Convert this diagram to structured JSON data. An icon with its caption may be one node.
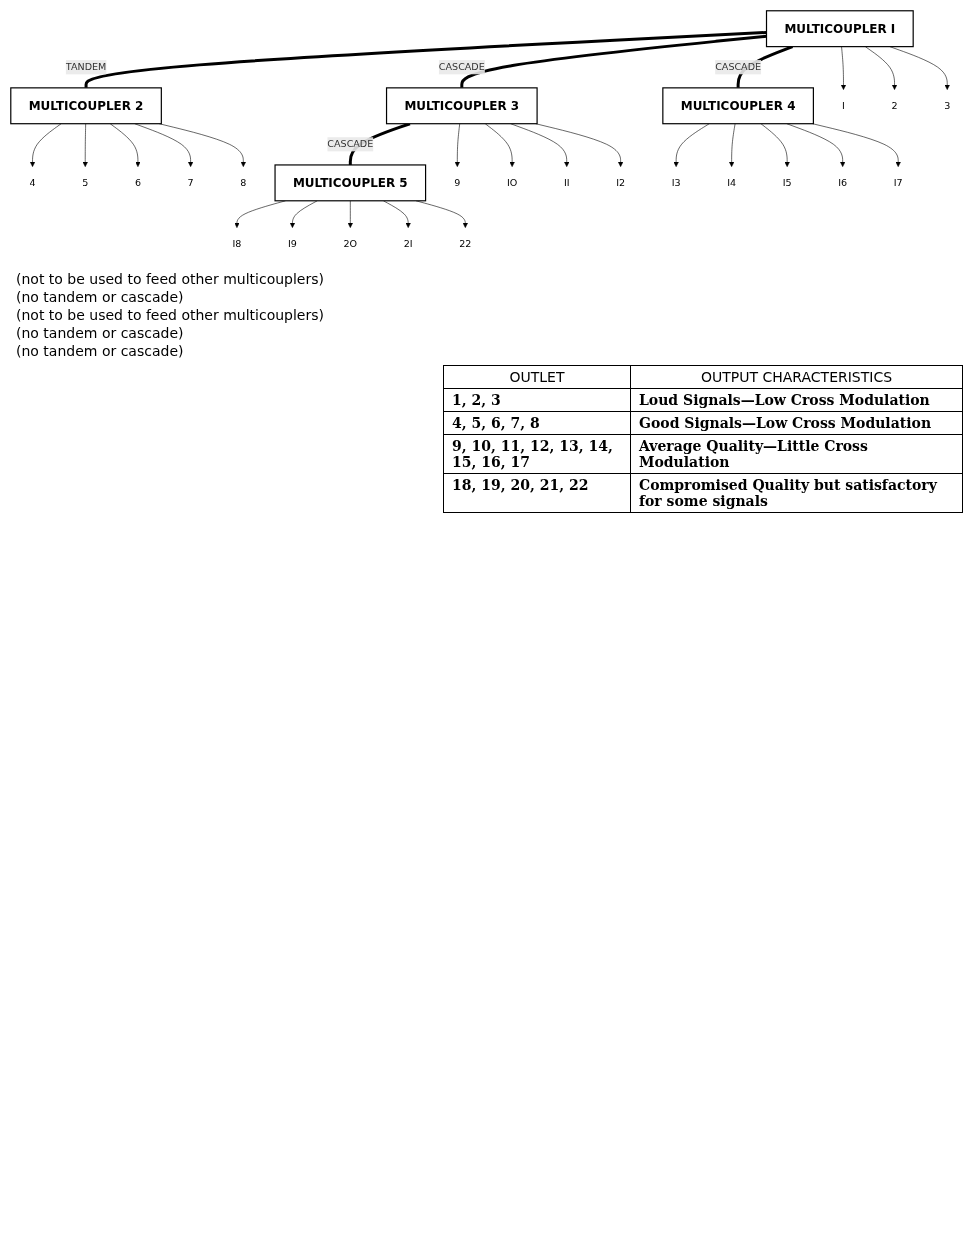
{
  "diagram": {
    "nodes": [
      {
        "text": [
          "MULTICOUPLER I"
        ]
      },
      {
        "text": [
          "MULTICOUPLER 2"
        ]
      },
      {
        "text": [
          "MULTICOUPLER 3"
        ]
      },
      {
        "text": [
          "MULTICOUPLER 5"
        ]
      },
      {
        "text": [
          "MULTICOUPLER 4"
        ]
      },
      {
        "text": [
          "I"
        ]
      },
      {
        "text": [
          "2"
        ]
      },
      {
        "text": [
          "3"
        ]
      },
      {
        "text": [
          "4"
        ]
      },
      {
        "text": [
          "5"
        ]
      },
      {
        "text": [
          "6"
        ]
      },
      {
        "text": [
          "7"
        ]
      },
      {
        "text": [
          "8"
        ]
      },
      {
        "text": [
          "9"
        ]
      },
      {
        "text": [
          "IO"
        ]
      },
      {
        "text": [
          "II"
        ]
      },
      {
        "text": [
          "I2"
        ]
      },
      {
        "text": [
          "I8"
        ]
      },
      {
        "text": [
          "I9"
        ]
      },
      {
        "text": [
          "2O"
        ]
      },
      {
        "text": [
          "2I"
        ]
      },
      {
        "text": [
          "22"
        ]
      },
      {
        "text": [
          "I3"
        ]
      },
      {
        "text": [
          "I4"
        ]
      },
      {
        "text": [
          "I5"
        ]
      },
      {
        "text": [
          "I6"
        ]
      },
      {
        "text": [
          "I7"
        ]
      }
    ],
    "edges": [
      {
        "from": 0,
        "to": 1,
        "arrow": "none",
        "label": "TANDEM",
        "style": "thick"
      },
      {
        "from": 0,
        "to": 2,
        "arrow": "none",
        "label": "CASCADE",
        "style": "thick"
      },
      {
        "from": 0,
        "to": 4,
        "arrow": "none",
        "label": "CASCADE",
        "style": "thick"
      },
      {
        "from": 2,
        "to": 3,
        "arrow": "none",
        "label": "CASCADE",
        "style": "thick"
      },
      {
        "from": 0,
        "to": 5,
        "arrow": "to"
      },
      {
        "from": 0,
        "to": 6,
        "arrow": "to"
      },
      {
        "from": 0,
        "to": 7,
        "arrow": "to"
      },
      {
        "from": 1,
        "to": 8,
        "arrow": "to"
      },
      {
        "from": 1,
        "to": 9,
        "arrow": "to"
      },
      {
        "from": 1,
        "to": 10,
        "arrow": "to"
      },
      {
        "from": 1,
        "to": 11,
        "arrow": "to"
      },
      {
        "from": 1,
        "to": 12,
        "arrow": "to"
      },
      {
        "from": 2,
        "to": 13,
        "arrow": "to"
      },
      {
        "from": 2,
        "to": 14,
        "arrow": "to"
      },
      {
        "from": 2,
        "to": 15,
        "arrow": "to"
      },
      {
        "from": 2,
        "to": 16,
        "arrow": "to"
      },
      {
        "from": 3,
        "to": 17,
        "arrow": "to"
      },
      {
        "from": 3,
        "to": 18,
        "arrow": "to"
      },
      {
        "from": 3,
        "to": 19,
        "arrow": "to"
      },
      {
        "from": 3,
        "to": 20,
        "arrow": "to"
      },
      {
        "from": 3,
        "to": 21,
        "arrow": "to"
      },
      {
        "from": 4,
        "to": 22,
        "arrow": "to"
      },
      {
        "from": 4,
        "to": 23,
        "arrow": "to"
      },
      {
        "from": 4,
        "to": 24,
        "arrow": "to"
      },
      {
        "from": 4,
        "to": 25,
        "arrow": "to"
      },
      {
        "from": 4,
        "to": 26,
        "arrow": "to"
      }
    ],
    "labels": [
      "(not to be used to feed other multicouplers)",
      "(no tandem or cascade)",
      "(not to be used to feed other multicouplers)",
      "(no tandem or cascade)",
      "(no tandem or cascade)",
      "OUTLET",
      "OUTPUT CHARACTERISTICS",
      "1, 2, 3",
      "Loud Signals—Low Cross Modulation",
      "4, 5, 6, 7, 8",
      "Good Signals—Low Cross Modulation",
      "9, 10, 11, 12, 13, 14, 15, 16, 17",
      "Average Quality—Little Cross Modulation",
      "18, 19, 20, 21, 22",
      "Compromised Quality but satisfactory for some signals"
    ]
  }
}
